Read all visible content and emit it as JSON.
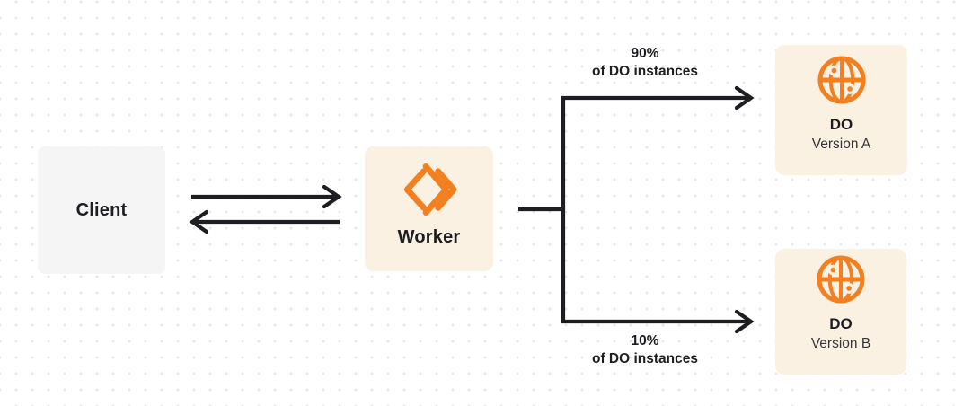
{
  "colors": {
    "accent": "#F38020",
    "panel_cream": "#FAF1E3",
    "client_gray": "#F5F5F6",
    "ink": "#1E1E22",
    "dot": "#E6E6E9",
    "subtitle": "#35353A"
  },
  "nodes": {
    "client": {
      "label": "Client"
    },
    "worker": {
      "label": "Worker",
      "icon": "workers-chevrons-icon"
    },
    "do_version_a": {
      "title": "DO",
      "subtitle": "Version A",
      "icon": "globe-icon"
    },
    "do_version_b": {
      "title": "DO",
      "subtitle": "Version B",
      "icon": "globe-icon"
    }
  },
  "edges": {
    "client_worker": {
      "style": "two opposing horizontal arrows"
    },
    "top_branch": {
      "percent": "90%",
      "caption": "of DO instances"
    },
    "bottom_branch": {
      "percent": "10%",
      "caption": "of DO instances"
    }
  }
}
